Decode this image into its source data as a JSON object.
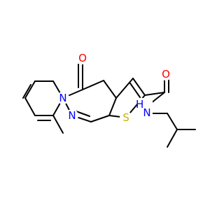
{
  "molecule": {
    "atoms": {
      "O_carbonyl_ring": "O",
      "N_ring_bridge": "N",
      "N_ring": "N",
      "S_thiophene": "S",
      "O_amide": "O",
      "NH_amide": "H\nN"
    },
    "colors": {
      "carbon_bond": "#000000",
      "oxygen": "#ff0000",
      "nitrogen": "#0000ff",
      "sulfur": "#c8b400"
    }
  }
}
